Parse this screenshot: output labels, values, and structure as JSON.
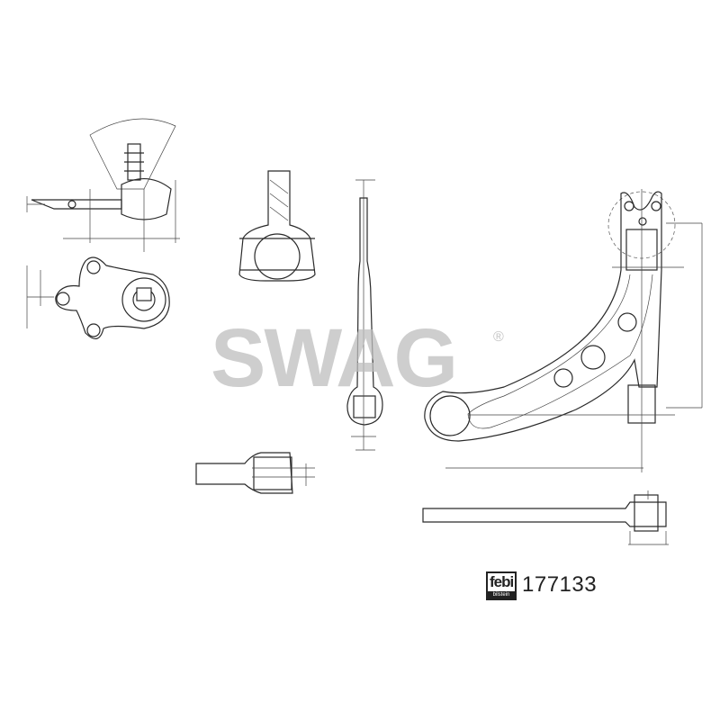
{
  "watermark": {
    "text": "SWAG",
    "registered": "®"
  },
  "logo": {
    "brand": "febi",
    "sub": "bilstein"
  },
  "part_number": "177133",
  "colors": {
    "line": "#2a2a2a",
    "watermark": "#bebebe"
  }
}
